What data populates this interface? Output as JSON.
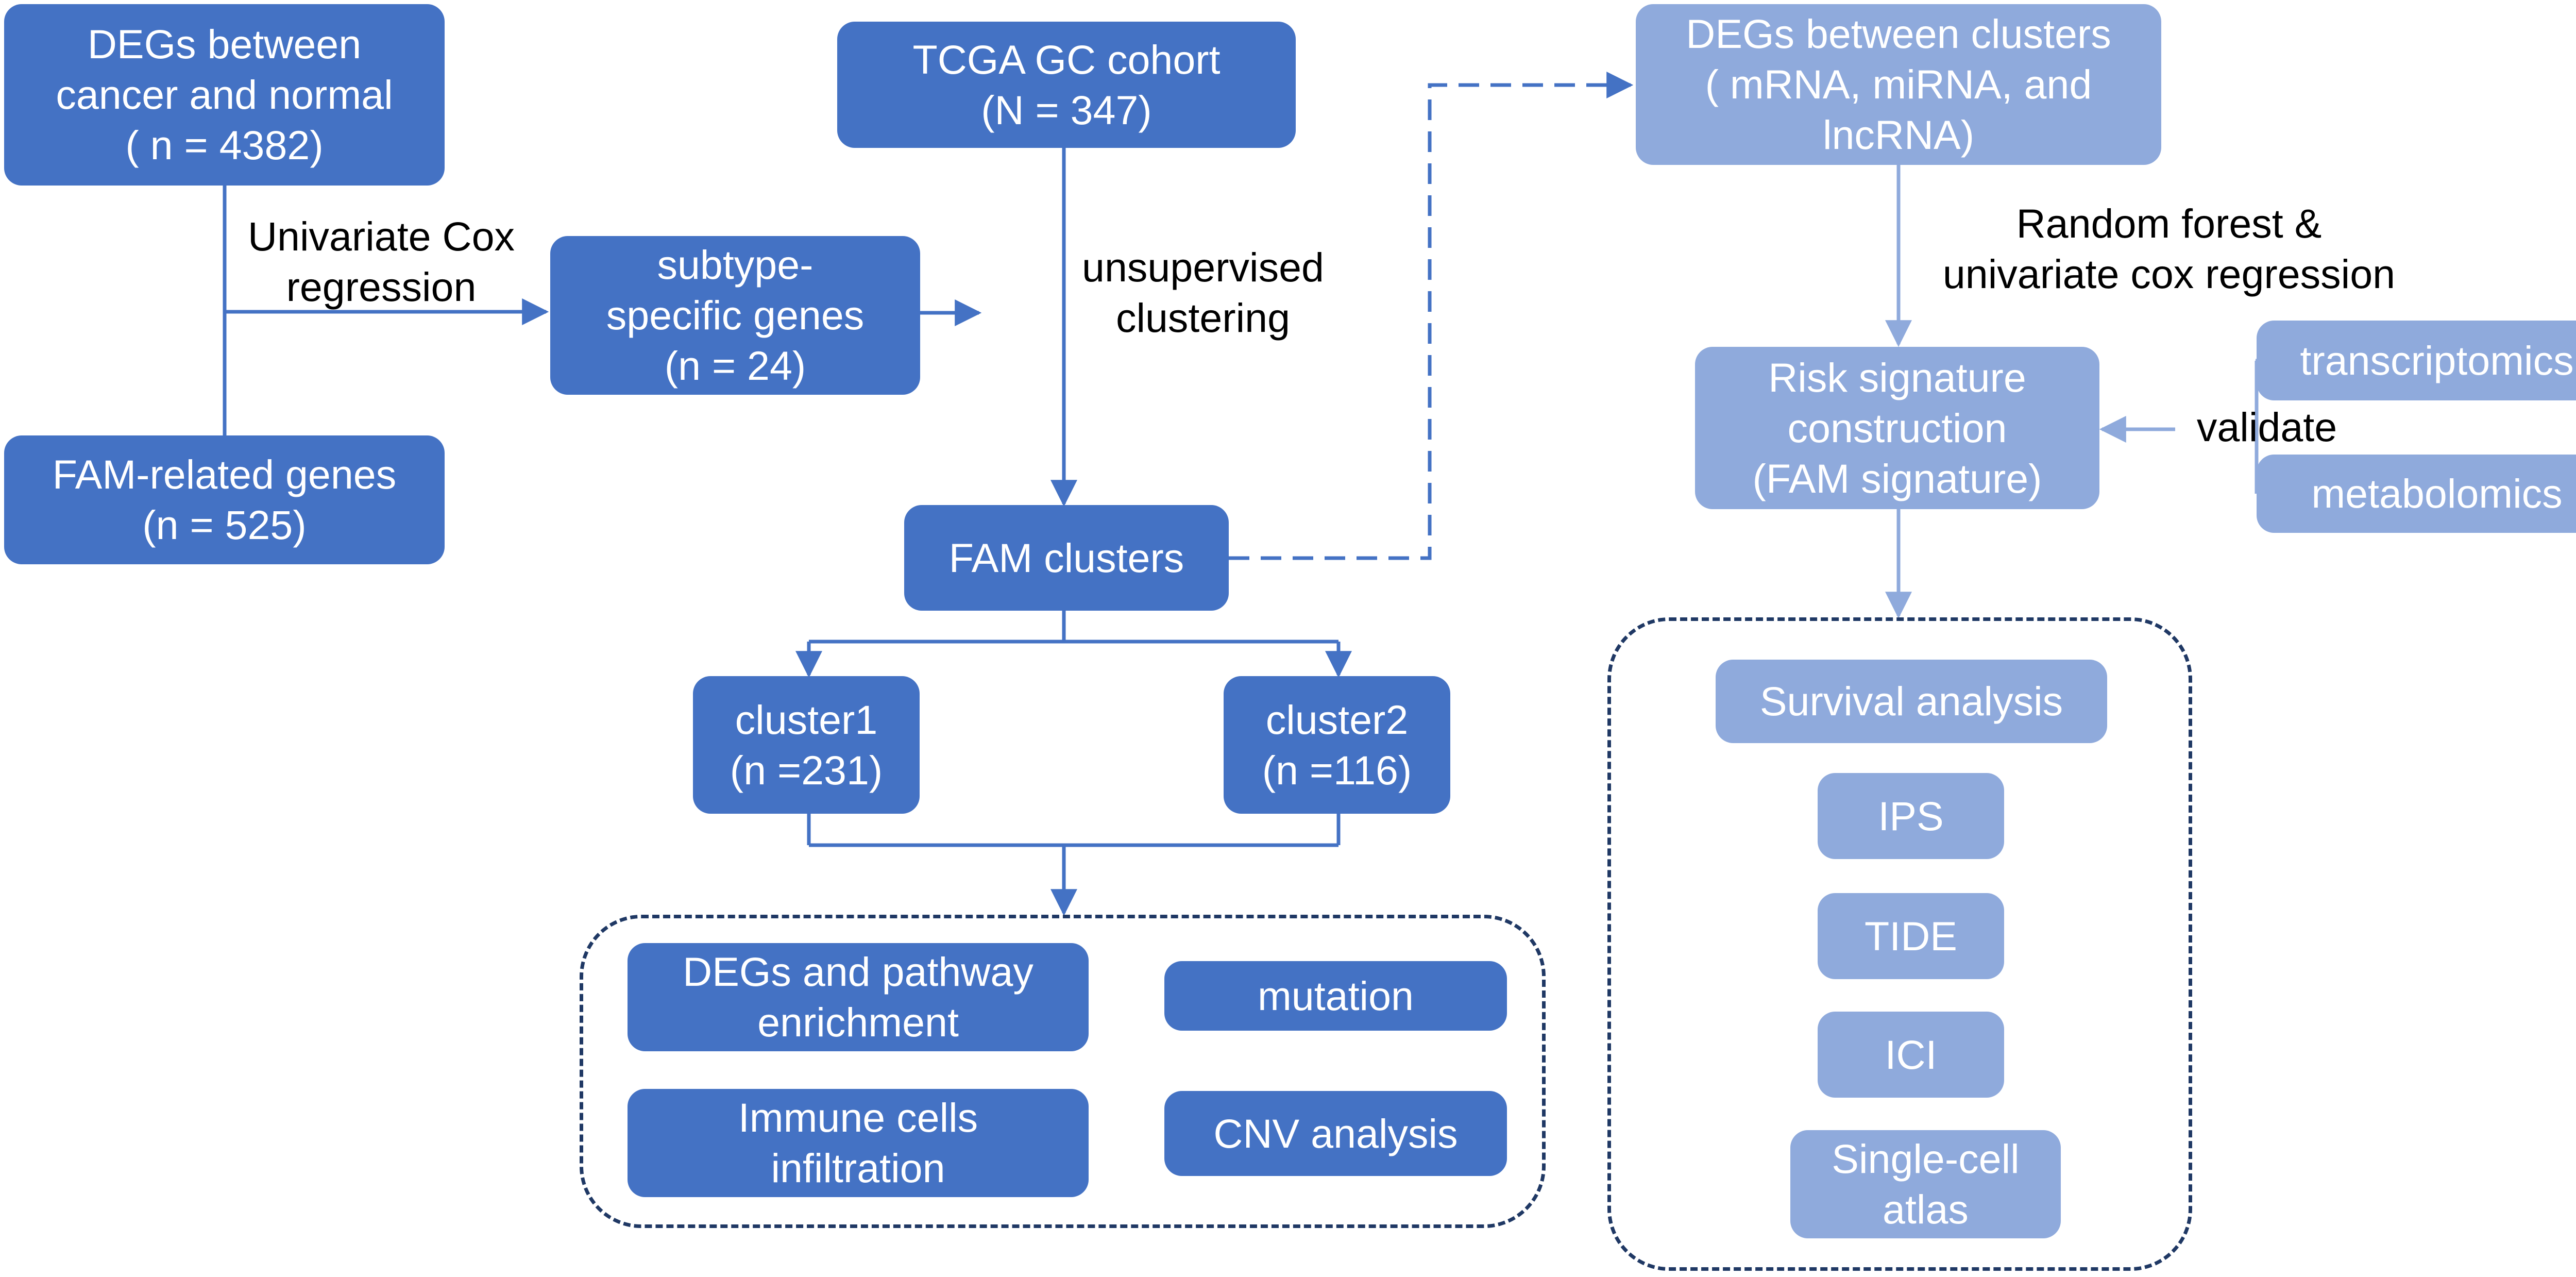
{
  "boxes": {
    "degs_cancer_normal": "DEGs between\ncancer and normal\n( n = 4382)",
    "fam_related_genes": "FAM-related genes\n(n = 525)",
    "subtype_specific_genes": "subtype-\nspecific genes\n(n = 24)",
    "tcga_cohort": "TCGA GC cohort\n(N = 347)",
    "fam_clusters": "FAM clusters",
    "cluster1": "cluster1\n(n =231)",
    "cluster2": "cluster2\n(n =116)",
    "degs_pathway": "DEGs and pathway\nenrichment",
    "mutation": "mutation",
    "immune_cells": "Immune cells\ninfiltration",
    "cnv_analysis": "CNV analysis",
    "degs_between_clusters": "DEGs between clusters\n( mRNA, miRNA, and\nlncRNA)",
    "risk_signature": "Risk signature\nconstruction\n(FAM signature)",
    "transcriptomics": "transcriptomics",
    "metabolomics": "metabolomics",
    "survival_analysis": "Survival analysis",
    "ips": "IPS",
    "tide": "TIDE",
    "ici": "ICI",
    "single_cell_atlas": "Single-cell\natlas"
  },
  "labels": {
    "univariate_cox": "Univariate Cox\nregression",
    "unsupervised_clustering": "unsupervised\nclustering",
    "random_forest": "Random forest &\nunivariate cox regression",
    "validate": "validate"
  },
  "colors": {
    "dark_box": "#4472c4",
    "light_box": "#8faadc",
    "dashed_frame": "#1f3864"
  }
}
